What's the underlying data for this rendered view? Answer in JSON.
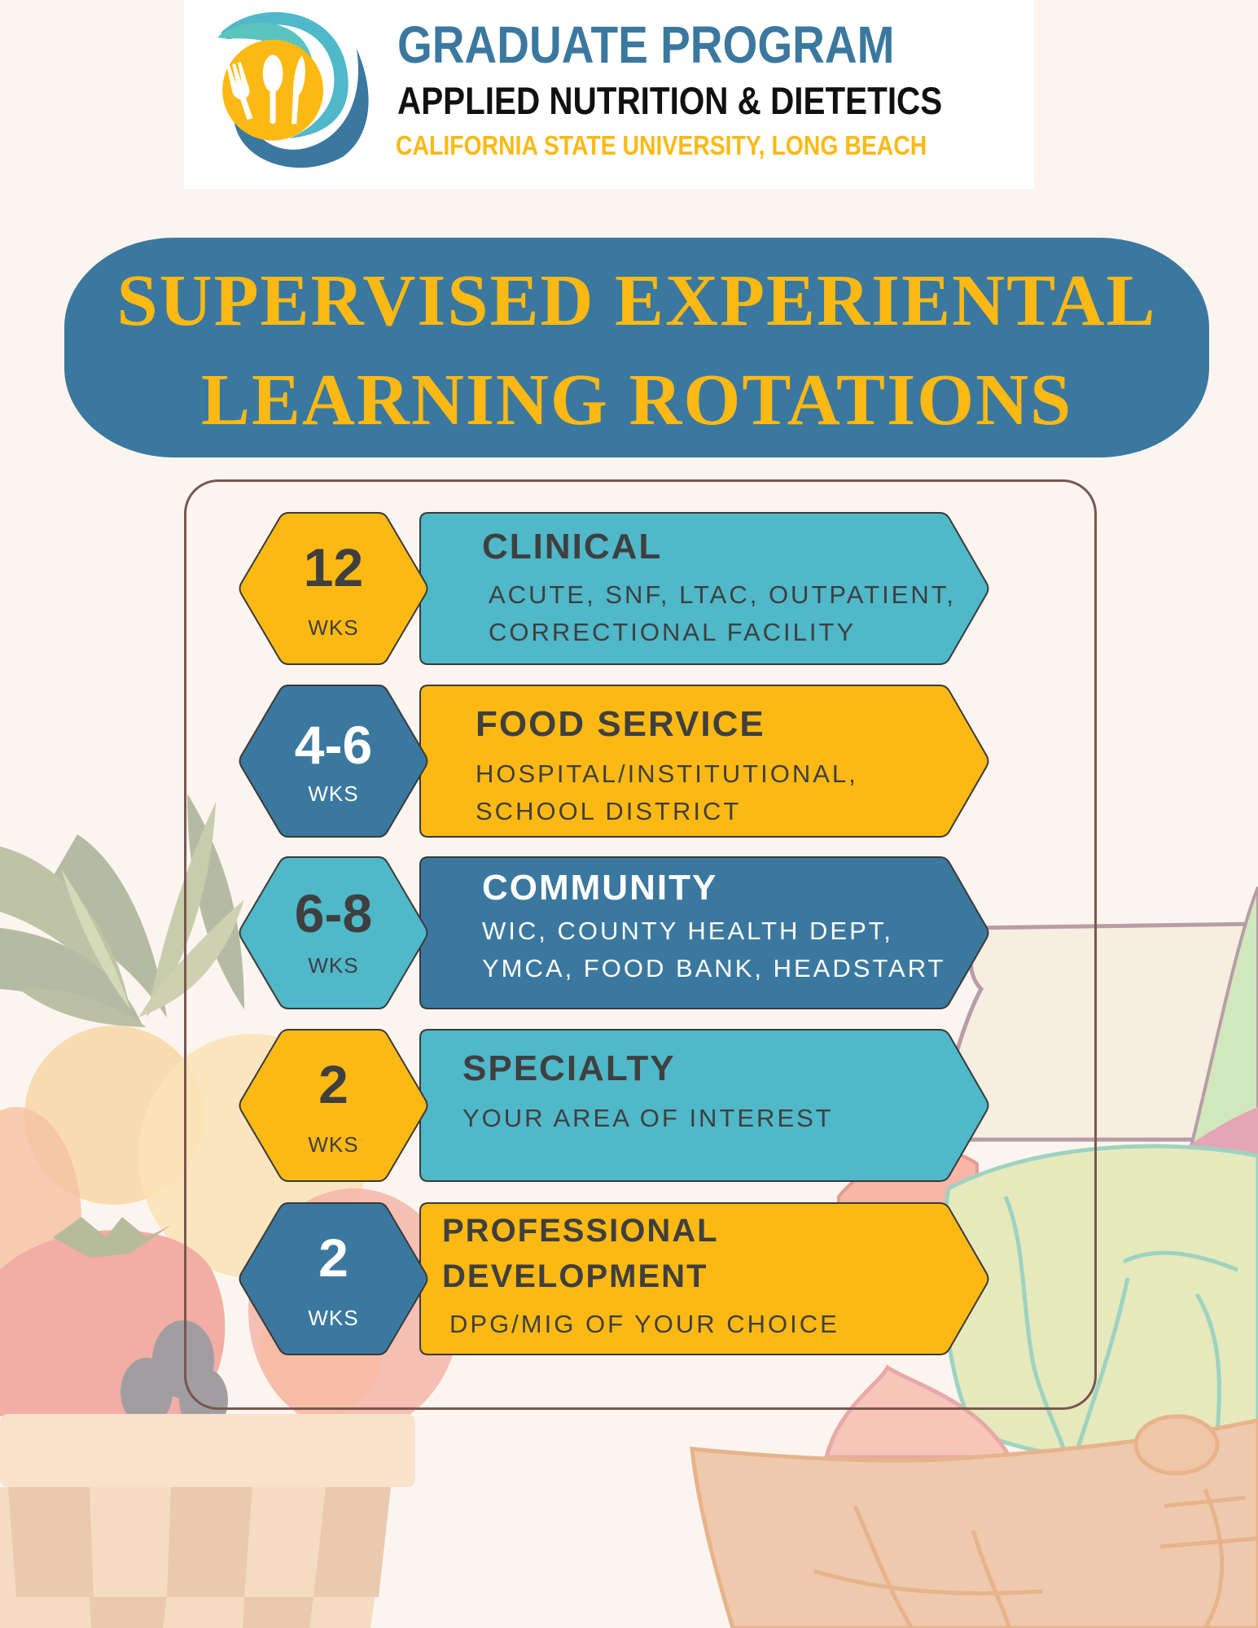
{
  "header": {
    "program": "GRADUATE PROGRAM",
    "department": "APPLIED NUTRITION & DIETETICS",
    "university": "CALIFORNIA STATE UNIVERSITY, LONG BEACH",
    "logo_icon": "plate-fork-spoon-knife-logo"
  },
  "title": {
    "line1": "SUPERVISED EXPERIENTAL",
    "line2": "LEARNING ROTATIONS"
  },
  "colors": {
    "navy": "#3B789F",
    "teal": "#4FB8C9",
    "gold": "#FDB913",
    "dark_text": "#3F3F3F",
    "background": "#FCF5EF",
    "container_border": "#7A5650"
  },
  "rotations": [
    {
      "duration": "12",
      "unit": "WKS",
      "title": "CLINICAL",
      "details": [
        "ACUTE, SNF, LTAC, OUTPATIENT,",
        "CORRECTIONAL FACILITY"
      ],
      "hex_color": "gold",
      "arrow_color": "teal"
    },
    {
      "duration": "4-6",
      "unit": "WKS",
      "title": "FOOD SERVICE",
      "details": [
        "HOSPITAL/INSTITUTIONAL,",
        "SCHOOL DISTRICT"
      ],
      "hex_color": "navy",
      "arrow_color": "gold"
    },
    {
      "duration": "6-8",
      "unit": "WKS",
      "title": "COMMUNITY",
      "details": [
        "WIC, COUNTY HEALTH DEPT,",
        "YMCA, FOOD BANK, HEADSTART"
      ],
      "hex_color": "teal",
      "arrow_color": "navy"
    },
    {
      "duration": "2",
      "unit": "WKS",
      "title": "SPECIALTY",
      "details": [
        "YOUR AREA OF INTEREST"
      ],
      "hex_color": "gold",
      "arrow_color": "teal"
    },
    {
      "duration": "2",
      "unit": "WKS",
      "title_lines": [
        "PROFESSIONAL",
        "DEVELOPMENT"
      ],
      "details": [
        "DPG/MIG OF YOUR CHOICE"
      ],
      "hex_color": "navy",
      "arrow_color": "gold"
    }
  ]
}
